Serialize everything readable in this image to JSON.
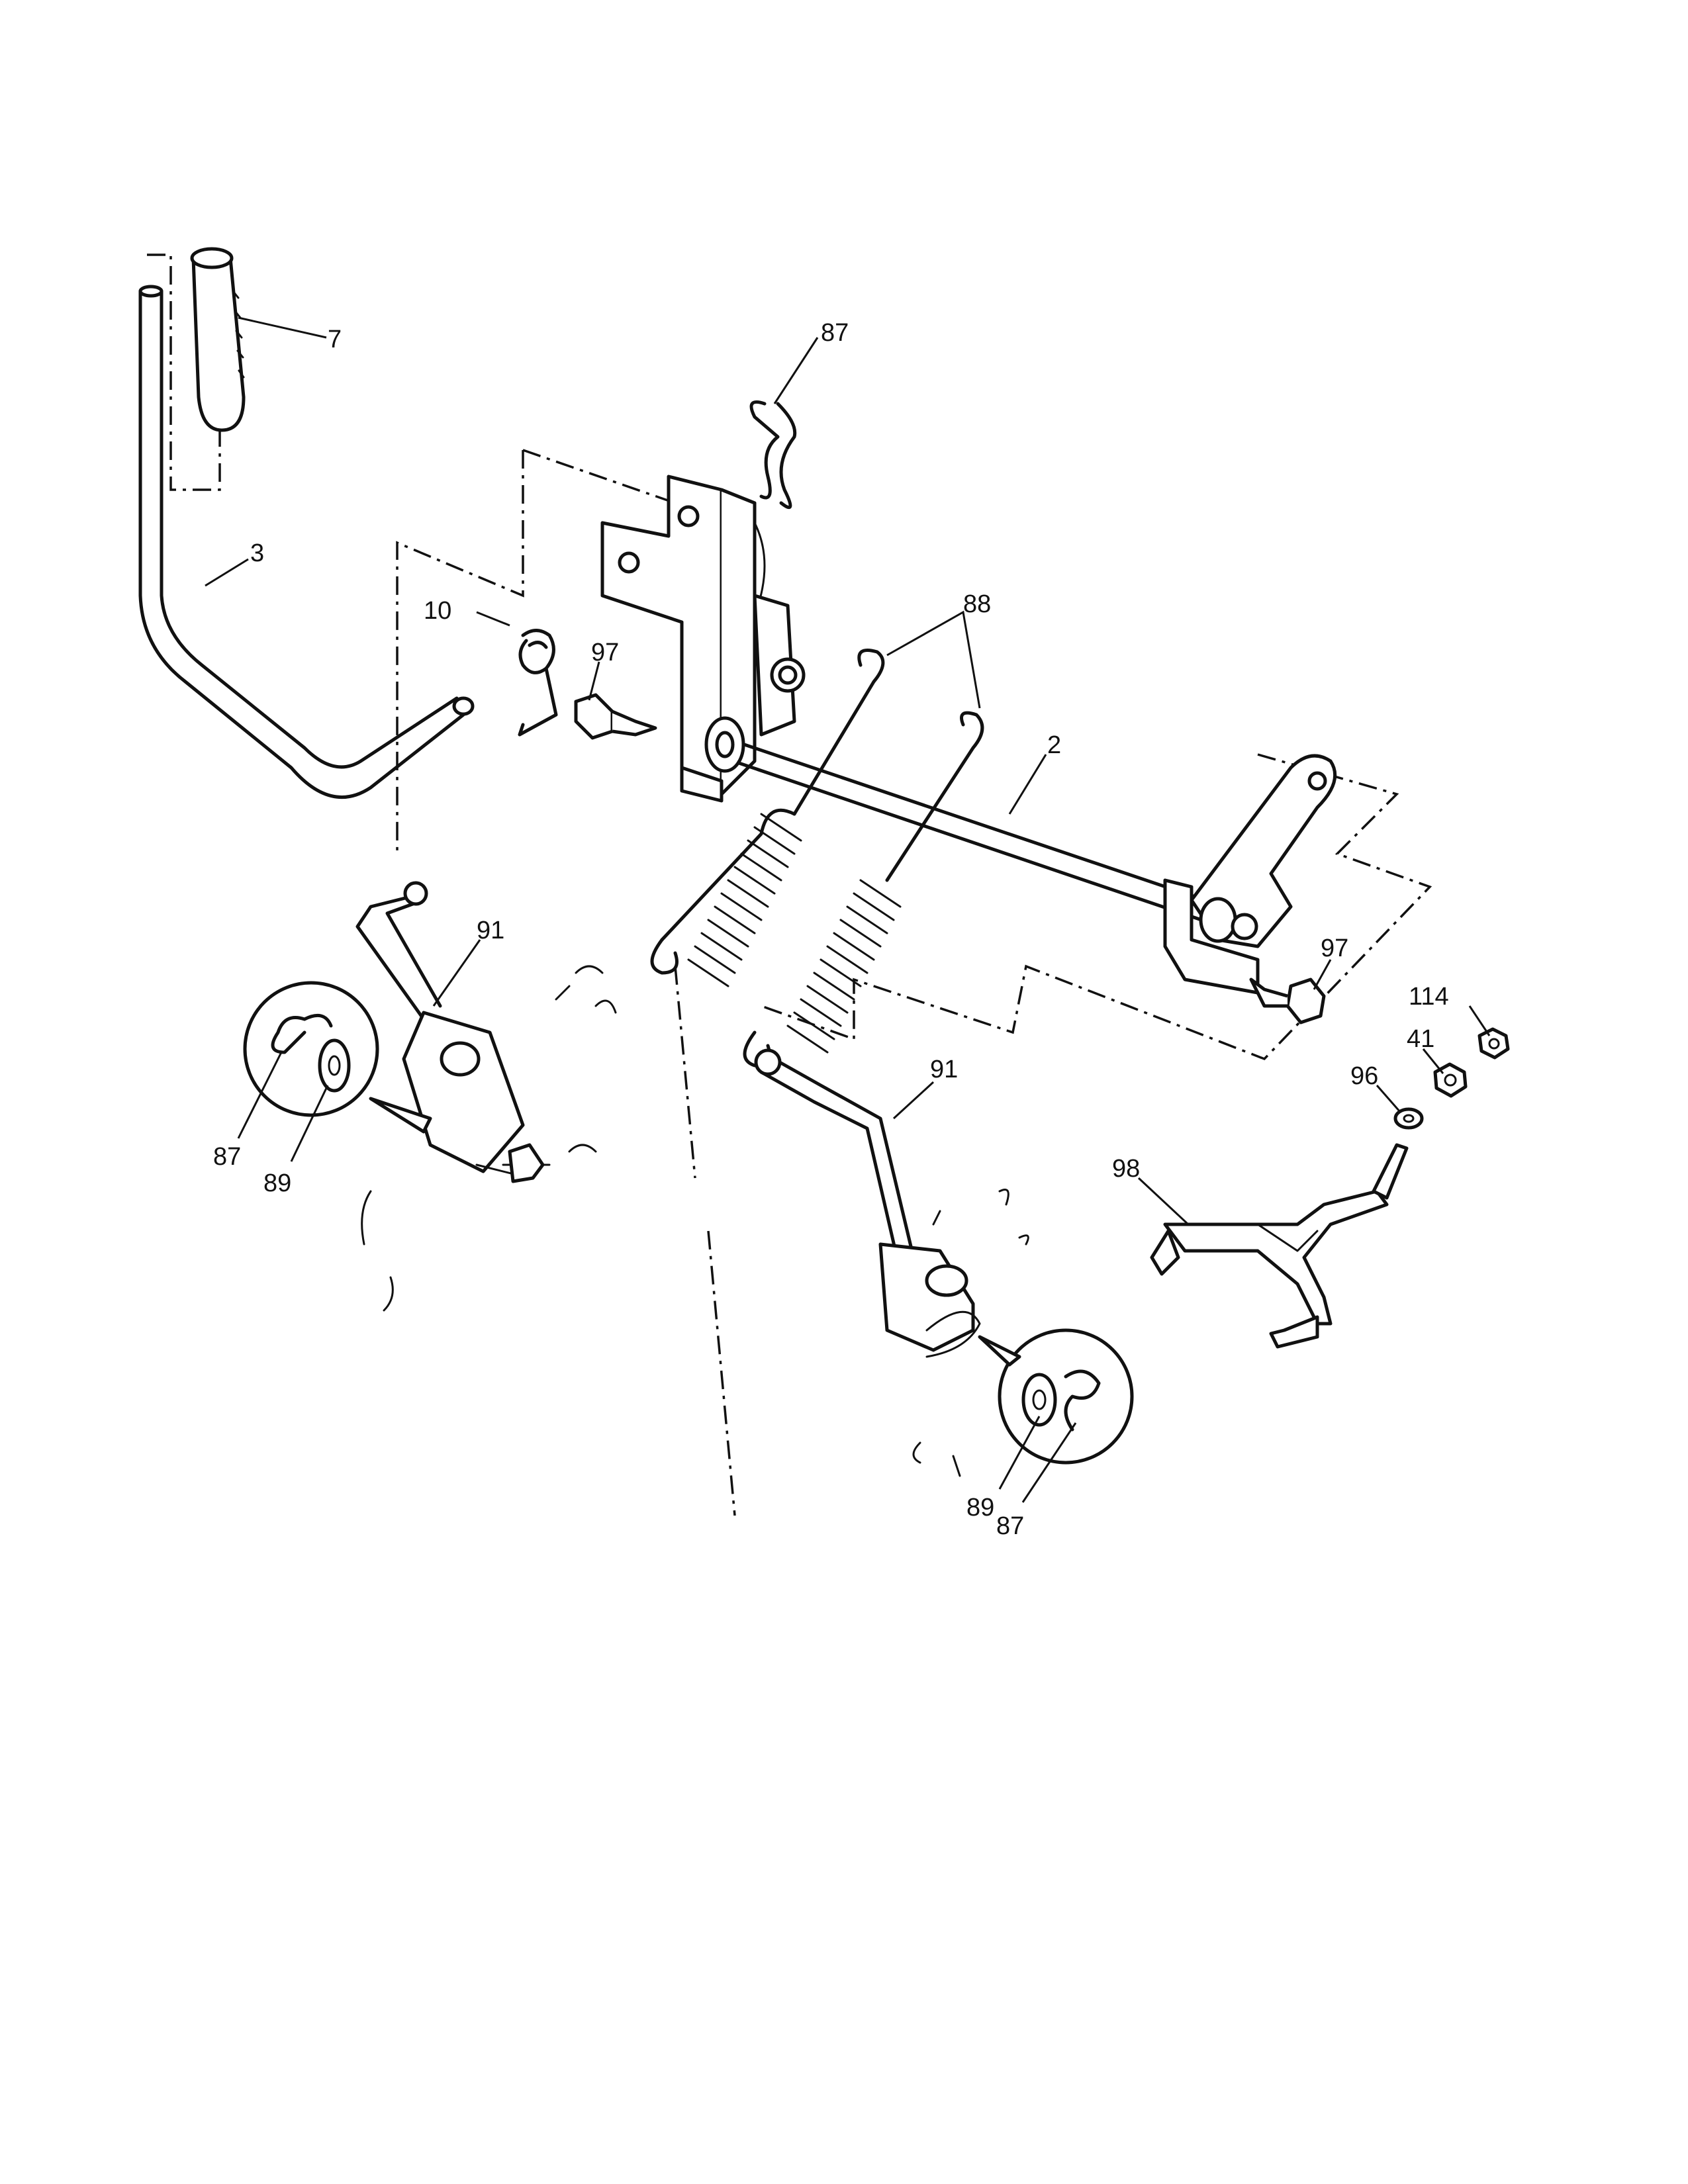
{
  "callouts": [
    {
      "id": "7",
      "label": "7"
    },
    {
      "id": "87-top",
      "label": "87"
    },
    {
      "id": "3",
      "label": "3"
    },
    {
      "id": "10",
      "label": "10"
    },
    {
      "id": "97-left",
      "label": "97"
    },
    {
      "id": "88",
      "label": "88"
    },
    {
      "id": "2",
      "label": "2"
    },
    {
      "id": "91-left",
      "label": "91"
    },
    {
      "id": "97-right",
      "label": "97"
    },
    {
      "id": "114",
      "label": "114"
    },
    {
      "id": "41",
      "label": "41"
    },
    {
      "id": "96",
      "label": "96"
    },
    {
      "id": "91-right",
      "label": "91"
    },
    {
      "id": "98",
      "label": "98"
    },
    {
      "id": "87-left",
      "label": "87"
    },
    {
      "id": "89-left",
      "label": "89"
    },
    {
      "id": "89-right",
      "label": "89"
    },
    {
      "id": "87-right",
      "label": "87"
    }
  ]
}
